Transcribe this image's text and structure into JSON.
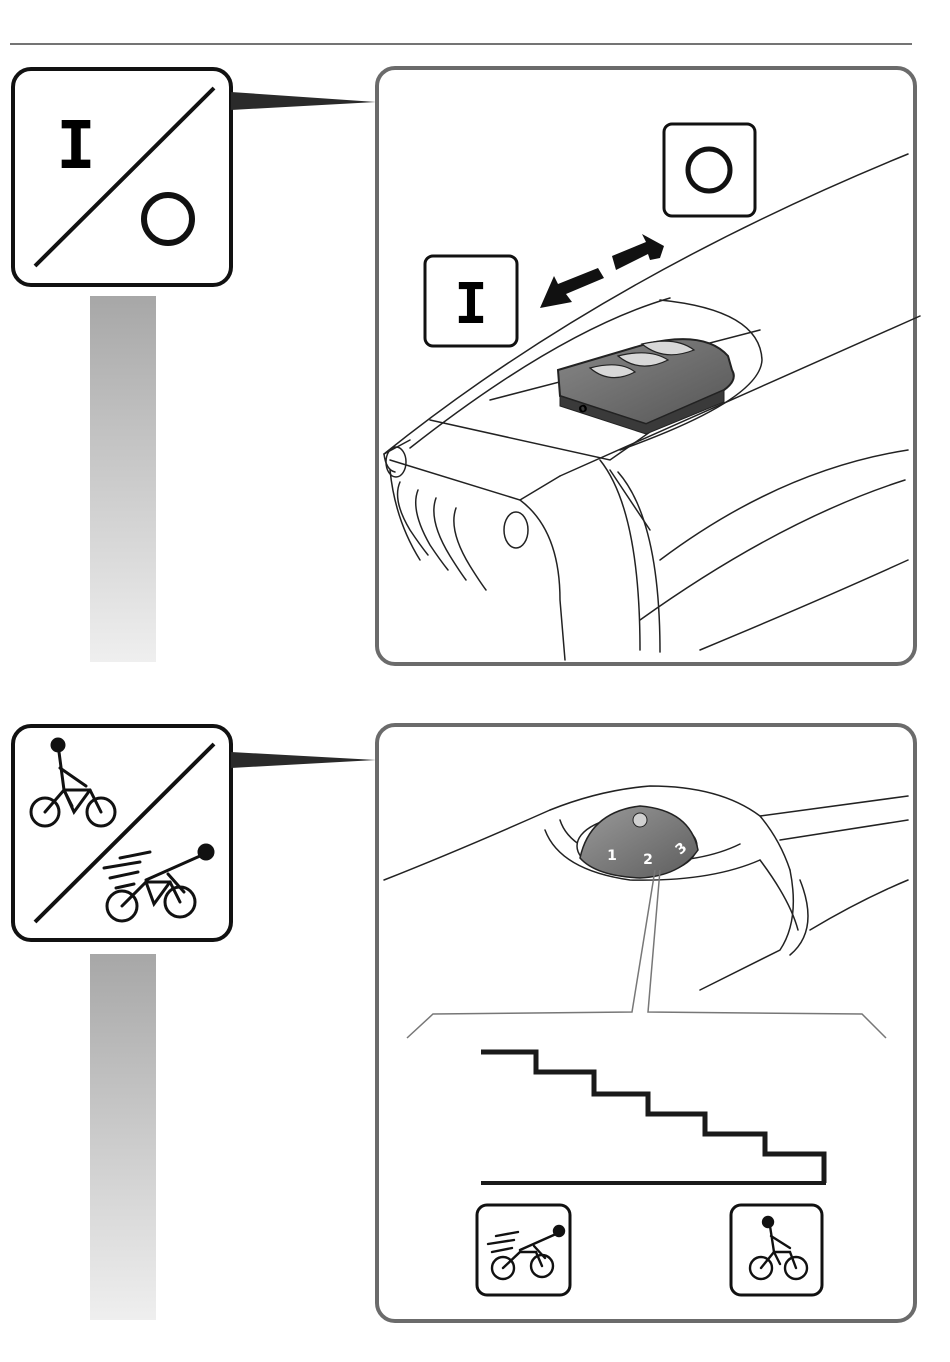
{
  "power_section": {
    "symbol_on": "I",
    "symbol_off": "O",
    "switch_on_label": "I",
    "switch_off_label": "O",
    "switch_base_mark": "o"
  },
  "assist_section": {
    "dial_numbers": [
      "1",
      "2",
      "3"
    ],
    "levels": 6,
    "left_icon": "cyclist-fast-icon",
    "right_icon": "cyclist-relaxed-icon"
  },
  "colors": {
    "line": "#1a1a1a",
    "frame": "#6b6b6b",
    "gradient_top": "#a6a6a6",
    "gradient_bottom": "#f0f0f0"
  }
}
